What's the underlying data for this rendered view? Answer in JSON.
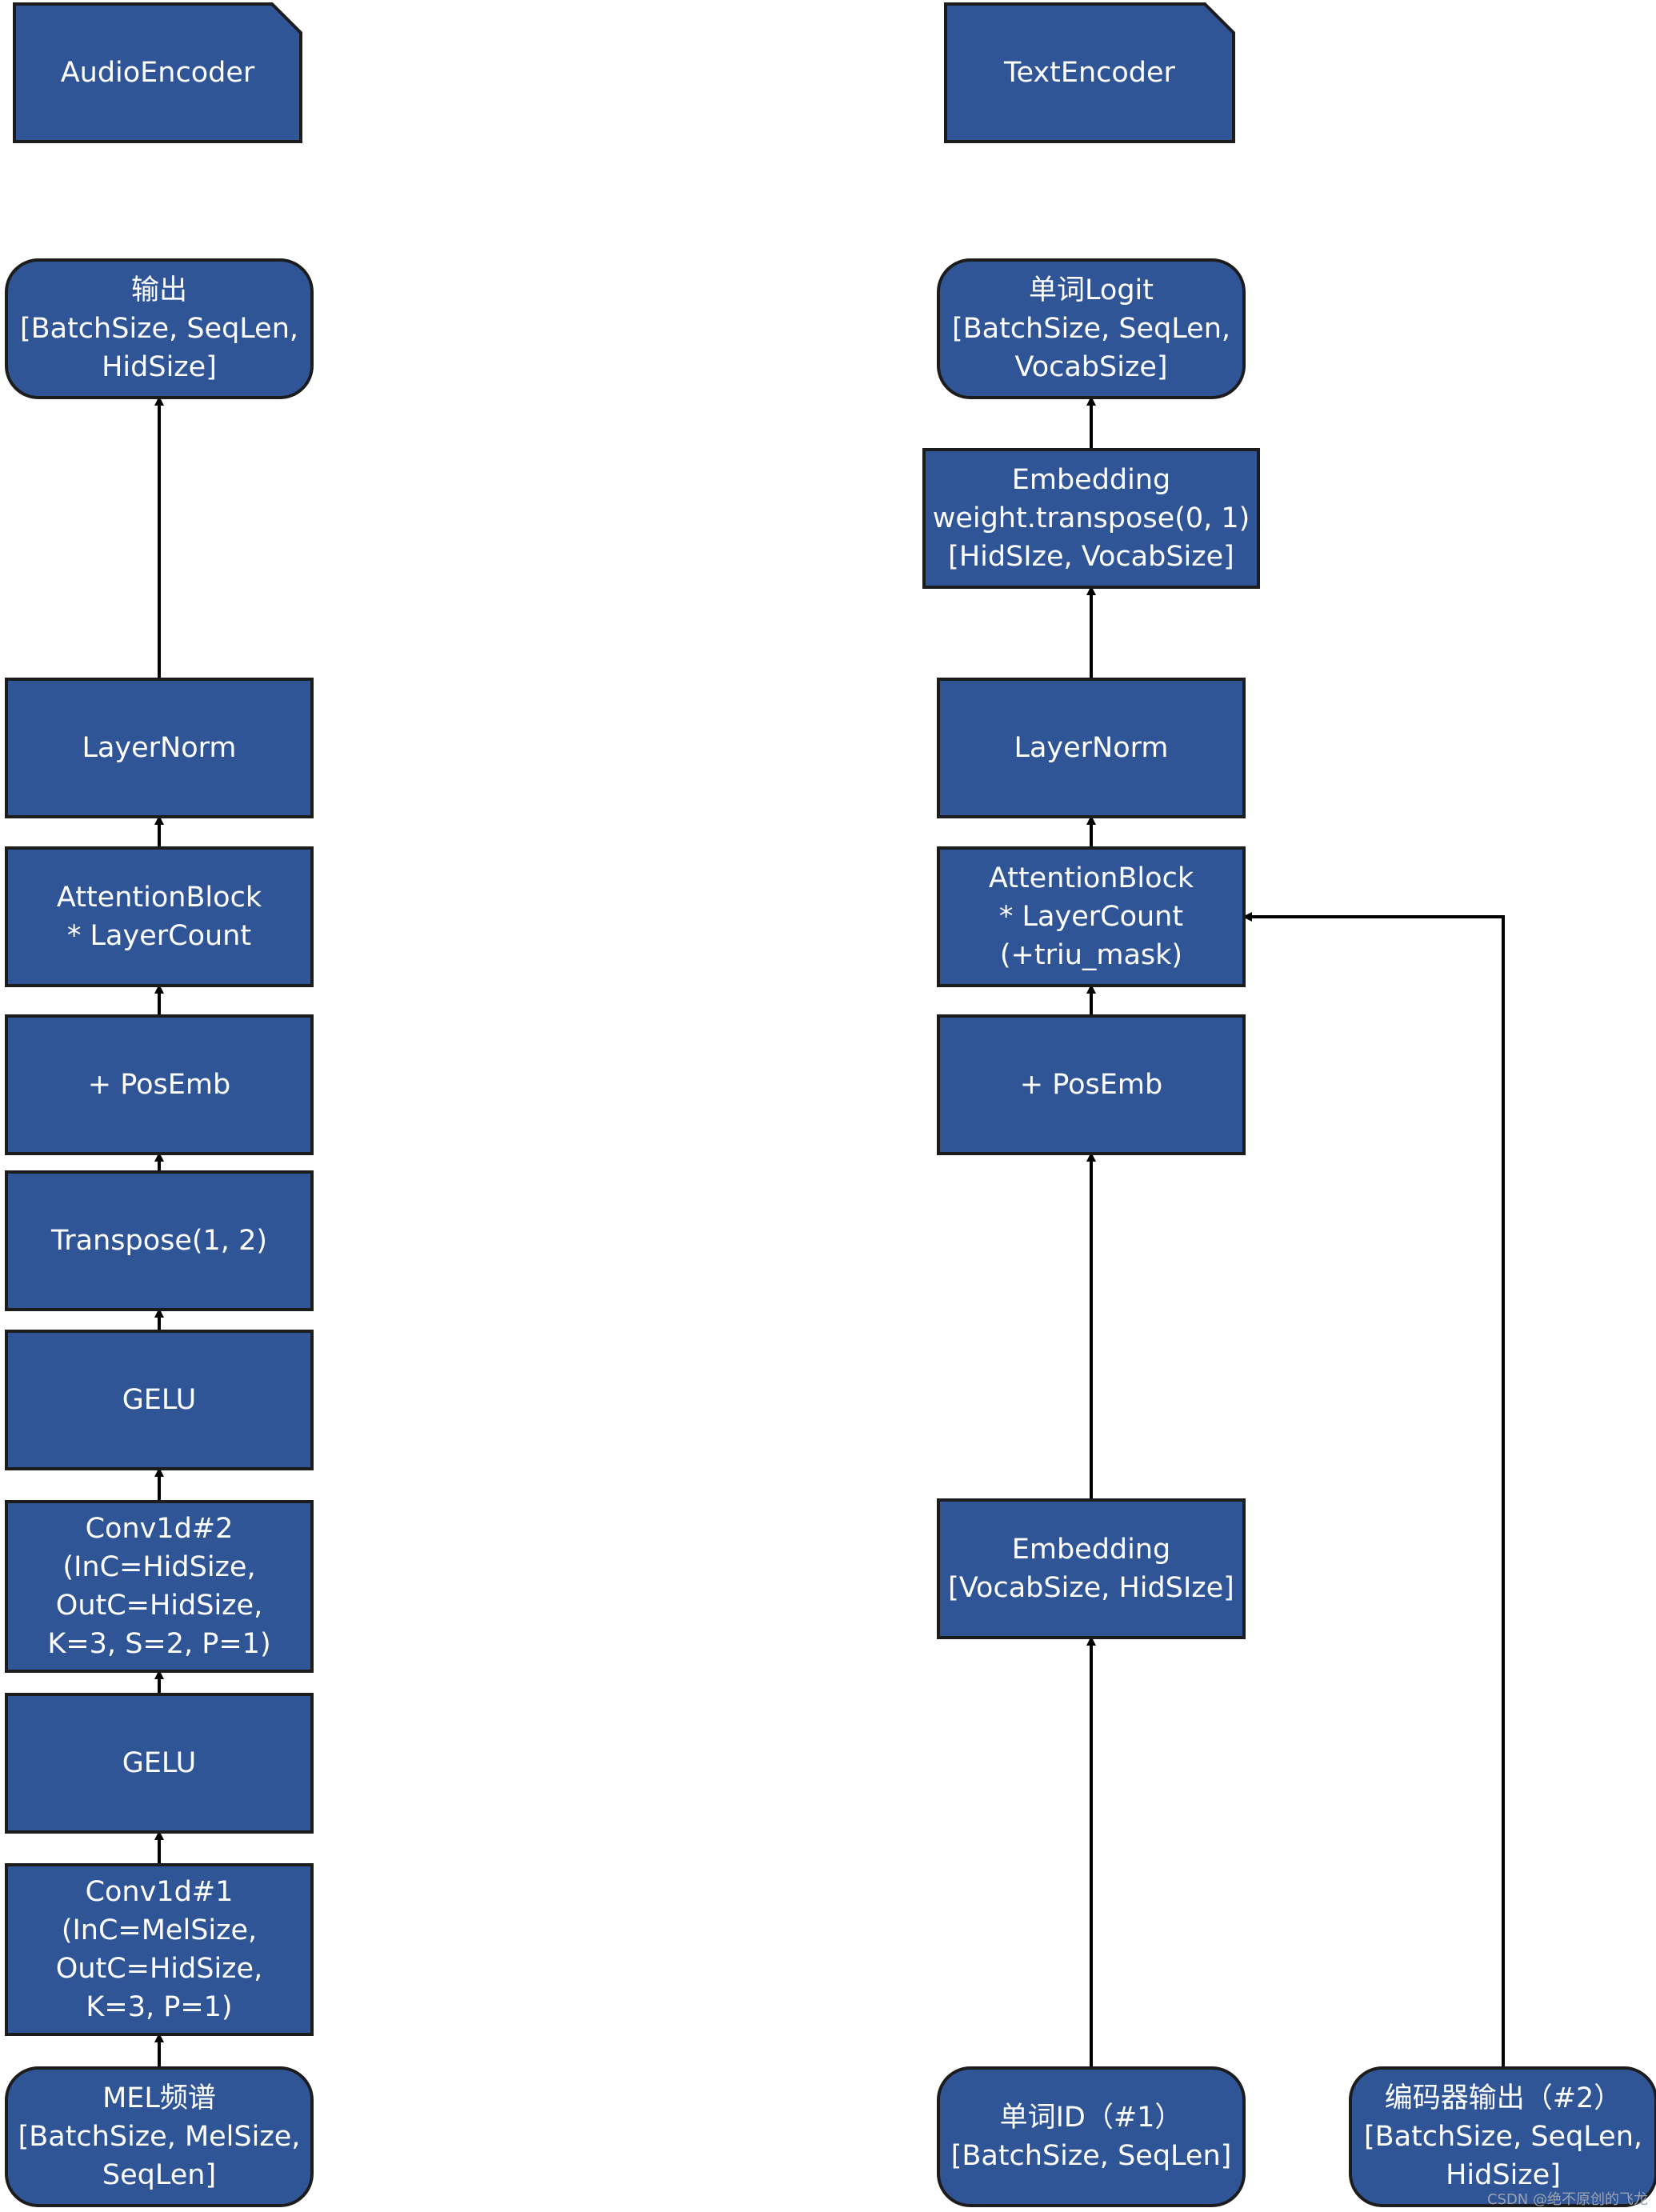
{
  "diagram": {
    "fill_color": "#2F5597",
    "border_color": "#1C1C1C",
    "line_color": "#000000",
    "text_color": "#FFFFFF",
    "nodes": [
      {
        "id": "audio_title",
        "name": "audio-encoder-title",
        "lines": [
          "AudioEncoder"
        ]
      },
      {
        "id": "text_title",
        "name": "text-encoder-title",
        "lines": [
          "TextEncoder"
        ]
      },
      {
        "id": "a_out",
        "name": "audio-output-node",
        "lines": [
          "输出",
          "[BatchSize, SeqLen,",
          "HidSize]"
        ]
      },
      {
        "id": "a_ln",
        "name": "audio-layernorm-node",
        "lines": [
          "LayerNorm"
        ]
      },
      {
        "id": "a_attn",
        "name": "audio-attention-block-node",
        "lines": [
          "AttentionBlock",
          "* LayerCount"
        ]
      },
      {
        "id": "a_pos",
        "name": "audio-posemb-node",
        "lines": [
          "+ PosEmb"
        ]
      },
      {
        "id": "a_trans",
        "name": "audio-transpose-node",
        "lines": [
          "Transpose(1, 2)"
        ]
      },
      {
        "id": "a_gelu2",
        "name": "audio-gelu-2-node",
        "lines": [
          "GELU"
        ]
      },
      {
        "id": "a_conv2",
        "name": "audio-conv1d-2-node",
        "lines": [
          "Conv1d#2",
          "(InC=HidSize,",
          "OutC=HidSize,",
          "K=3, S=2, P=1)"
        ]
      },
      {
        "id": "a_gelu1",
        "name": "audio-gelu-1-node",
        "lines": [
          "GELU"
        ]
      },
      {
        "id": "a_conv1",
        "name": "audio-conv1d-1-node",
        "lines": [
          "Conv1d#1",
          "(InC=MelSize,",
          "OutC=HidSize,",
          "K=3, P=1)"
        ]
      },
      {
        "id": "a_in",
        "name": "audio-mel-input-node",
        "lines": [
          "MEL频谱",
          "[BatchSize, MelSize,",
          "SeqLen]"
        ]
      },
      {
        "id": "t_out",
        "name": "text-logit-output-node",
        "lines": [
          "单词Logit",
          "[BatchSize, SeqLen,",
          "VocabSize]"
        ]
      },
      {
        "id": "t_embT",
        "name": "text-embedding-transpose-node",
        "lines": [
          "Embedding",
          "weight.transpose(0, 1)",
          "[HidSIze, VocabSize]"
        ]
      },
      {
        "id": "t_ln",
        "name": "text-layernorm-node",
        "lines": [
          "LayerNorm"
        ]
      },
      {
        "id": "t_attn",
        "name": "text-attention-block-node",
        "lines": [
          "AttentionBlock",
          "* LayerCount",
          "(+triu_mask)"
        ]
      },
      {
        "id": "t_pos",
        "name": "text-posemb-node",
        "lines": [
          "+ PosEmb"
        ]
      },
      {
        "id": "t_emb",
        "name": "text-embedding-node",
        "lines": [
          "Embedding",
          "[VocabSize, HidSIze]"
        ]
      },
      {
        "id": "t_in",
        "name": "text-word-id-input-node",
        "lines": [
          "单词ID（#1）",
          "[BatchSize, SeqLen]"
        ]
      },
      {
        "id": "t_enc",
        "name": "text-encoder-output-input-node",
        "lines": [
          "编码器输出（#2）",
          "[BatchSize, SeqLen,",
          "HidSize]"
        ]
      }
    ],
    "edges": [
      {
        "from": "a_in",
        "to": "a_conv1"
      },
      {
        "from": "a_conv1",
        "to": "a_gelu1"
      },
      {
        "from": "a_gelu1",
        "to": "a_conv2"
      },
      {
        "from": "a_conv2",
        "to": "a_gelu2"
      },
      {
        "from": "a_gelu2",
        "to": "a_trans"
      },
      {
        "from": "a_trans",
        "to": "a_pos"
      },
      {
        "from": "a_pos",
        "to": "a_attn"
      },
      {
        "from": "a_attn",
        "to": "a_ln"
      },
      {
        "from": "a_ln",
        "to": "a_out"
      },
      {
        "from": "t_in",
        "to": "t_emb"
      },
      {
        "from": "t_emb",
        "to": "t_pos"
      },
      {
        "from": "t_pos",
        "to": "t_attn"
      },
      {
        "from": "t_attn",
        "to": "t_ln"
      },
      {
        "from": "t_ln",
        "to": "t_embT"
      },
      {
        "from": "t_embT",
        "to": "t_out"
      },
      {
        "from": "t_enc",
        "to": "t_attn"
      }
    ]
  },
  "watermark": "CSDN @绝不原创的飞龙"
}
